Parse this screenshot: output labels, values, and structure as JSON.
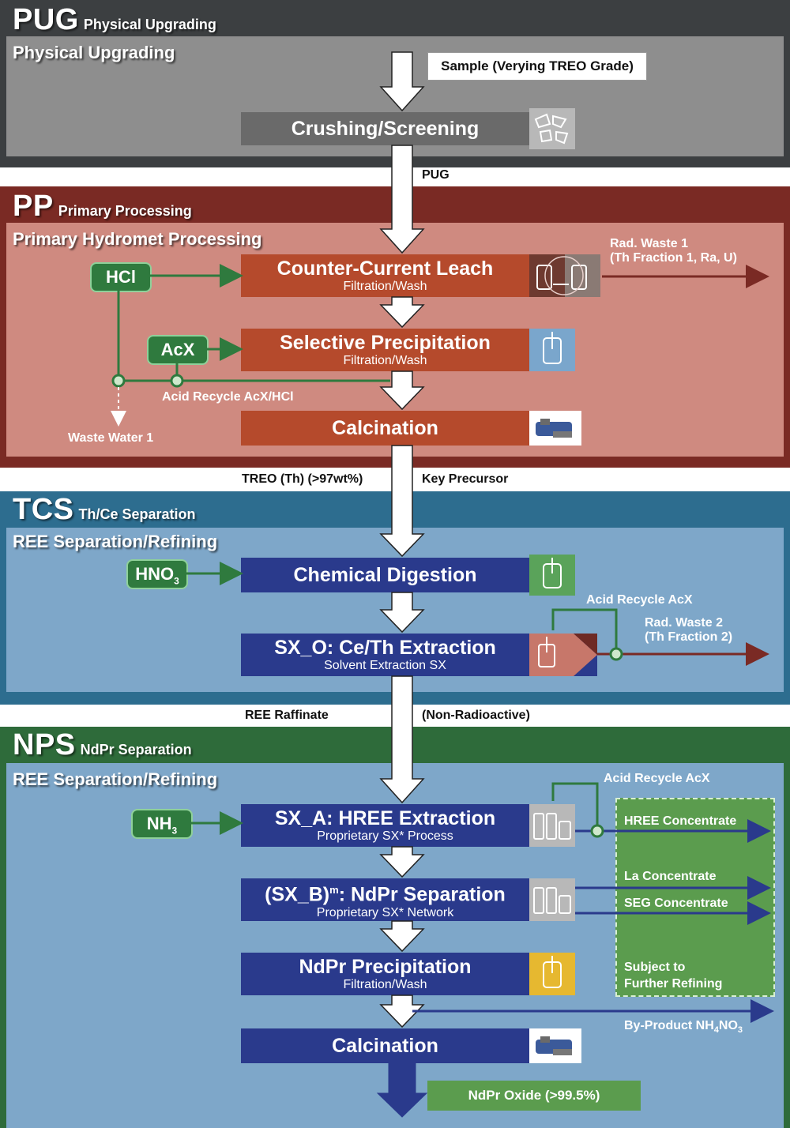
{
  "pug": {
    "code": "PUG",
    "name": "Physical Upgrading",
    "subtitle": "Physical Upgrading",
    "sample_label": "Sample (Verying TREO Grade)",
    "crushing": "Crushing/Screening",
    "output_label": "PUG"
  },
  "pp": {
    "code": "PP",
    "name": "Primary Processing",
    "subtitle": "Primary Hydromet Processing",
    "hcl": "HCl",
    "acx": "AcX",
    "leach_main": "Counter-Current Leach",
    "leach_sub": "Filtration/Wash",
    "precip_main": "Selective Precipitation",
    "precip_sub": "Filtration/Wash",
    "calcination": "Calcination",
    "rad_waste_1a": "Rad. Waste 1",
    "rad_waste_1b": "(Th Fraction 1, Ra, U)",
    "acid_recycle": "Acid Recycle AcX/HCl",
    "waste_water": "Waste Water 1",
    "output_left": "TREO (Th) (>97wt%)",
    "output_right": "Key Precursor"
  },
  "tcs": {
    "code": "TCS",
    "name": "Th/Ce Separation",
    "subtitle": "REE Separation/Refining",
    "hno3": "HNO",
    "hno3_sub": "3",
    "digestion": "Chemical Digestion",
    "sx0_main": "SX_O: Ce/Th Extraction",
    "sx0_sub": "Solvent Extraction SX",
    "acid_recycle": "Acid Recycle AcX",
    "rad_waste_2a": "Rad. Waste 2",
    "rad_waste_2b": "(Th Fraction 2)",
    "output_left": "REE Raffinate",
    "output_right": "(Non-Radioactive)"
  },
  "nps": {
    "code": "NPS",
    "name": "NdPr Separation",
    "subtitle": "REE Separation/Refining",
    "nh3": "NH",
    "nh3_sub": "3",
    "sxa_main": "SX_A: HREE Extraction",
    "sxa_sub": "Proprietary SX* Process",
    "sxb_main_pre": "(SX_B)",
    "sxb_main_sup": "m",
    "sxb_main_post": ": NdPr Separation",
    "sxb_sub": "Proprietary SX* Network",
    "ndpr_precip_main": "NdPr Precipitation",
    "ndpr_precip_sub": "Filtration/Wash",
    "calcination": "Calcination",
    "acid_recycle": "Acid Recycle AcX",
    "hree_conc": "HREE Concentrate",
    "la_conc": "La Concentrate",
    "seg_conc": "SEG Concentrate",
    "further_1": "Subject to",
    "further_2": "Further Refining",
    "byproduct_pre": "By-Product NH",
    "byproduct_sub1": "4",
    "byproduct_mid": "NO",
    "byproduct_sub2": "3",
    "oxide": "NdPr Oxide (>99.5%)"
  }
}
